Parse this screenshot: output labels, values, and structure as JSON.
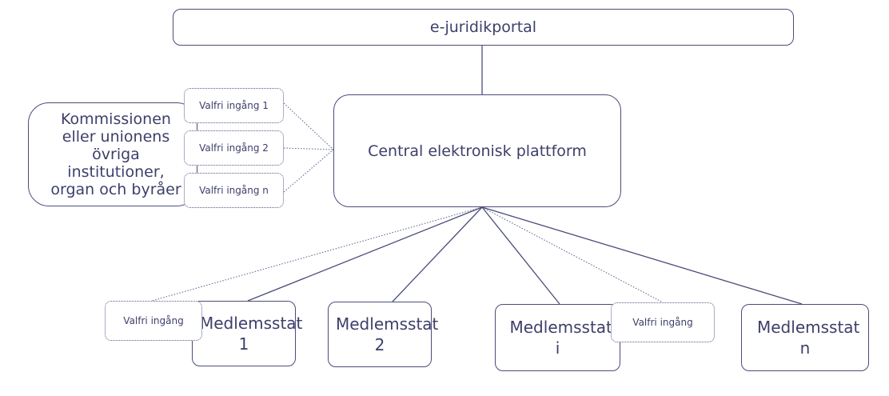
{
  "diagram": {
    "portal": "e-juridikportal",
    "central": "Central elektronisk plattform",
    "commission": "Kommissionen eller unionens övriga institutioner, organ och byråer",
    "entry_points": [
      "Valfri ingång 1",
      "Valfri ingång 2",
      "Valfri ingång n"
    ],
    "member_states": [
      "Medlemsstat 1",
      "Medlemsstat 2",
      "Medlemsstat i",
      "Medlemsstat n"
    ],
    "optional_entries": [
      "Valfri ingång",
      "Valfri ingång"
    ]
  },
  "colors": {
    "text": "#3d3f6a",
    "border": "#4a4d7a",
    "connector": "#4a4d7a"
  }
}
